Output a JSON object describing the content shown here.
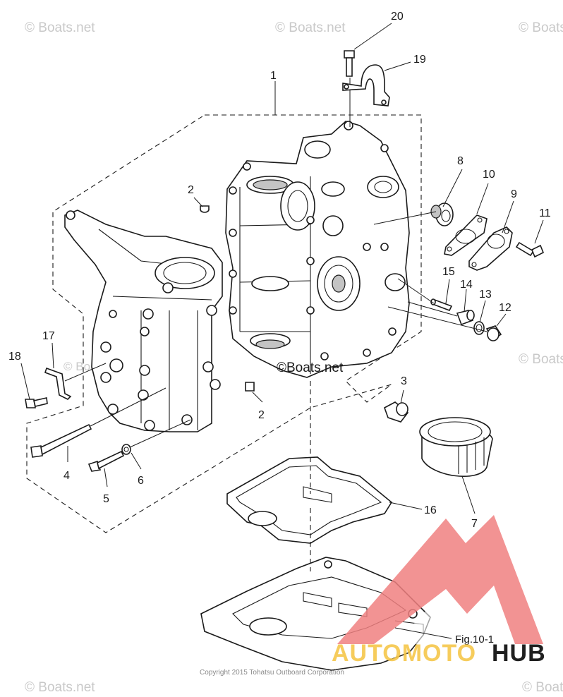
{
  "callouts": [
    {
      "id": "c1",
      "text": "1"
    },
    {
      "id": "c2a",
      "text": "2"
    },
    {
      "id": "c2b",
      "text": "2"
    },
    {
      "id": "c3",
      "text": "3"
    },
    {
      "id": "c4",
      "text": "4"
    },
    {
      "id": "c5",
      "text": "5"
    },
    {
      "id": "c6",
      "text": "6"
    },
    {
      "id": "c7",
      "text": "7"
    },
    {
      "id": "c8",
      "text": "8"
    },
    {
      "id": "c9",
      "text": "9"
    },
    {
      "id": "c10",
      "text": "10"
    },
    {
      "id": "c11",
      "text": "11"
    },
    {
      "id": "c12",
      "text": "12"
    },
    {
      "id": "c13",
      "text": "13"
    },
    {
      "id": "c14",
      "text": "14"
    },
    {
      "id": "c15",
      "text": "15"
    },
    {
      "id": "c16",
      "text": "16"
    },
    {
      "id": "c17",
      "text": "17"
    },
    {
      "id": "c18",
      "text": "18"
    },
    {
      "id": "c19",
      "text": "19"
    },
    {
      "id": "c20",
      "text": "20"
    }
  ],
  "watermark_text": "© Boats.net",
  "center_watermark": "©Boats.net",
  "figure_label": "Fig.10-1",
  "copyright": "Copyright 2015 Tohatsu Outboard Corporation",
  "logo": {
    "word_left": "AUTOMOTO",
    "word_right": "HUB",
    "color_triangle": "#f08080",
    "color_left": "#f5c64a",
    "color_right": "#1f1f1f"
  }
}
